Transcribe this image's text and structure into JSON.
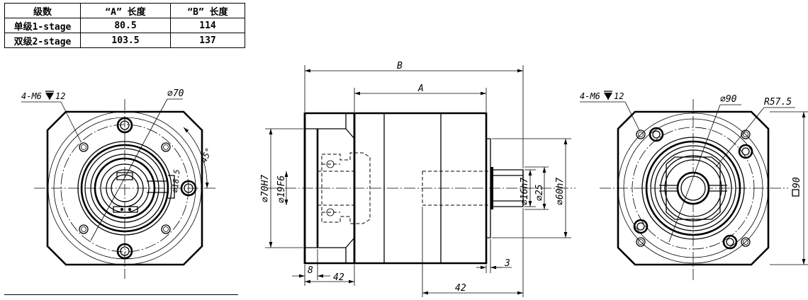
{
  "table": {
    "headers": [
      "级数",
      "“A” 长度",
      "“B” 长度"
    ],
    "rows": [
      [
        "单级1-stage",
        "80.5",
        "114"
      ],
      [
        "双级2-stage",
        "103.5",
        "137"
      ]
    ]
  },
  "left_view": {
    "thread": "4-M6",
    "thread_depth": "12",
    "pcd": "⌀70",
    "angle": "45°",
    "small_dim": "⌀18.5"
  },
  "side_view": {
    "dim_b": "B",
    "dim_a": "A",
    "dia_pilot": "⌀70H7",
    "dia_bore": "⌀19F6",
    "dia_shaft": "⌀16h7",
    "dia_shoulder": "⌀25",
    "dia_spigot": "⌀60h7",
    "dim_8": "8",
    "dim_42_left": "42",
    "dim_42_right": "42",
    "dim_3": "3"
  },
  "right_view": {
    "thread": "4-M6",
    "thread_depth": "12",
    "pcd": "⌀90",
    "radius": "R57.5",
    "square": "90"
  }
}
